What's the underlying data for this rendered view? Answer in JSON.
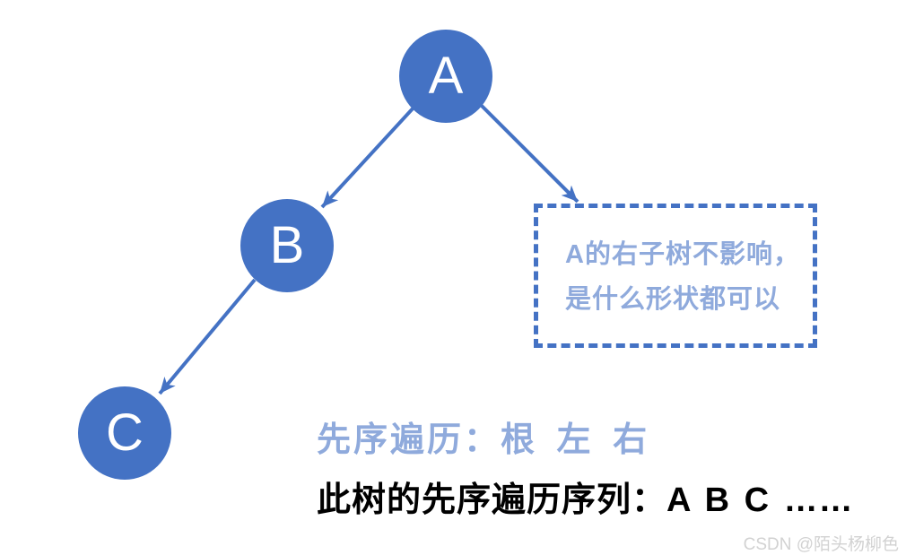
{
  "colors": {
    "background": "#FFFFFF",
    "node_fill": "#4472C4",
    "node_label": "#FFFFFF",
    "edge": "#4472C4",
    "callout_border": "#4472C4",
    "callout_text": "#8FAADC",
    "rule_text": "#8FAADC",
    "sequence_text": "#000000",
    "watermark": "#D2D2D2"
  },
  "tree": {
    "nodes": [
      {
        "id": "A",
        "label": "A"
      },
      {
        "id": "B",
        "label": "B"
      },
      {
        "id": "C",
        "label": "C"
      }
    ],
    "edges": [
      {
        "from": "A",
        "to": "B"
      },
      {
        "from": "A",
        "to": "right-subtree-callout"
      },
      {
        "from": "B",
        "to": "C"
      }
    ]
  },
  "callout": {
    "line1": "A的右子树不影响，",
    "line2": "是什么形状都可以"
  },
  "captions": {
    "preorder_rule": "先序遍历：根 左 右",
    "preorder_sequence": "此树的先序遍历序列：A B C ……"
  },
  "watermark": "CSDN @陌头杨柳色"
}
